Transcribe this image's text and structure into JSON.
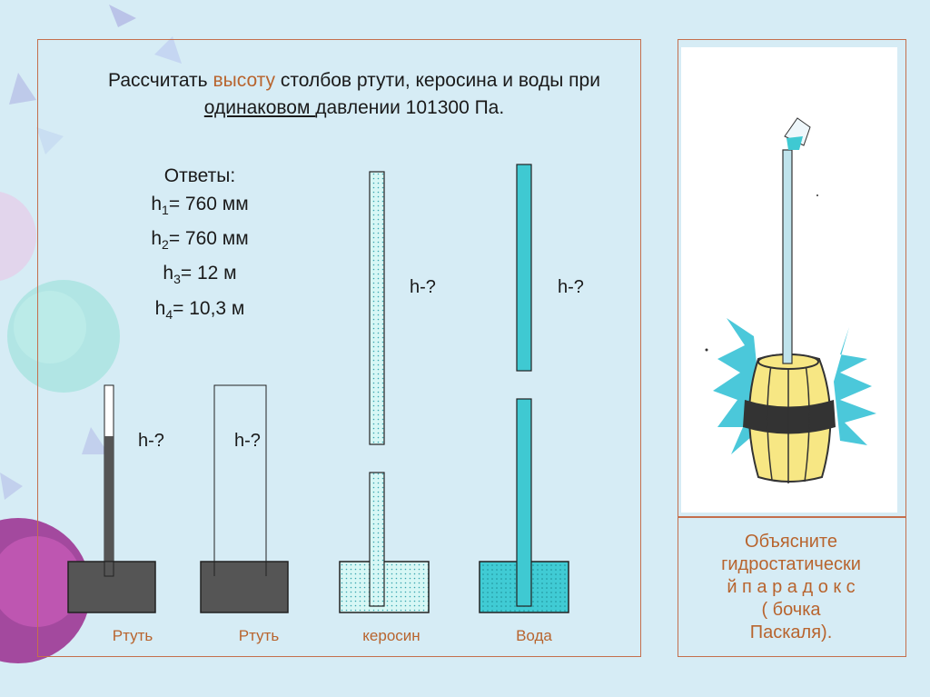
{
  "task": {
    "part1": "Рассчитать ",
    "highlight": "высоту",
    "part2": " столбов ртути, керосина и воды при ",
    "underlined": "одинаковом ",
    "part3": "давлении 101300 Па."
  },
  "answers": {
    "title": "Ответы:",
    "items": [
      {
        "h": "h",
        "sub": "1",
        "value": "= 760 мм"
      },
      {
        "h": "h",
        "sub": "2",
        "value": "= 760 мм"
      },
      {
        "h": "h",
        "sub": "3",
        "value": "= 12 м"
      },
      {
        "h": "h",
        "sub": "4",
        "value": "= 10,3 м"
      }
    ]
  },
  "labels": {
    "h_question": "h-?",
    "mercury1": "Ртуть",
    "mercury2": "Ртуть",
    "kerosene": "керосин",
    "water": "Вода"
  },
  "paradox": {
    "line1": "Объясните",
    "line2": "гидростатически",
    "line3": "й п а р а д о к с",
    "line4": "( бочка",
    "line5": "Паскаля)."
  },
  "colors": {
    "frame": "#c46f4d",
    "accent_text": "#b8642e",
    "mercury": "#555555",
    "kerosene": "#c9f3f3",
    "water": "#3fc9d2",
    "background": "#d6ecf5"
  }
}
